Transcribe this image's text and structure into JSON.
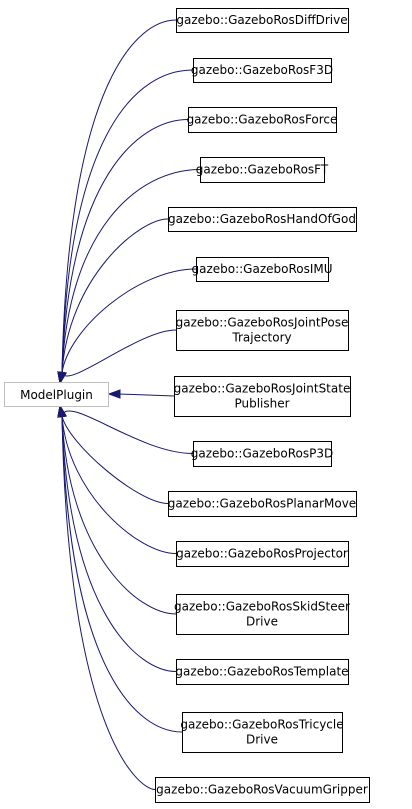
{
  "base_class": "ModelPlugin",
  "derived_classes": [
    [
      "gazebo::GazeboRosDiffDrive"
    ],
    [
      "gazebo::GazeboRosF3D"
    ],
    [
      "gazebo::GazeboRosForce"
    ],
    [
      "gazebo::GazeboRosFT"
    ],
    [
      "gazebo::GazeboRosHandOfGod"
    ],
    [
      "gazebo::GazeboRosIMU"
    ],
    [
      "gazebo::GazeboRosJointPose",
      "Trajectory"
    ],
    [
      "gazebo::GazeboRosJointState",
      "Publisher"
    ],
    [
      "gazebo::GazeboRosP3D"
    ],
    [
      "gazebo::GazeboRosPlanarMove"
    ],
    [
      "gazebo::GazeboRosProjector"
    ],
    [
      "gazebo::GazeboRosSkidSteer",
      "Drive"
    ],
    [
      "gazebo::GazeboRosTemplate"
    ],
    [
      "gazebo::GazeboRosTricycle",
      "Drive"
    ],
    [
      "gazebo::GazeboRosVacuumGripper"
    ]
  ],
  "colors": {
    "edge": "#191970",
    "node_border": "#000000",
    "base_border": "#bfbfbf"
  }
}
